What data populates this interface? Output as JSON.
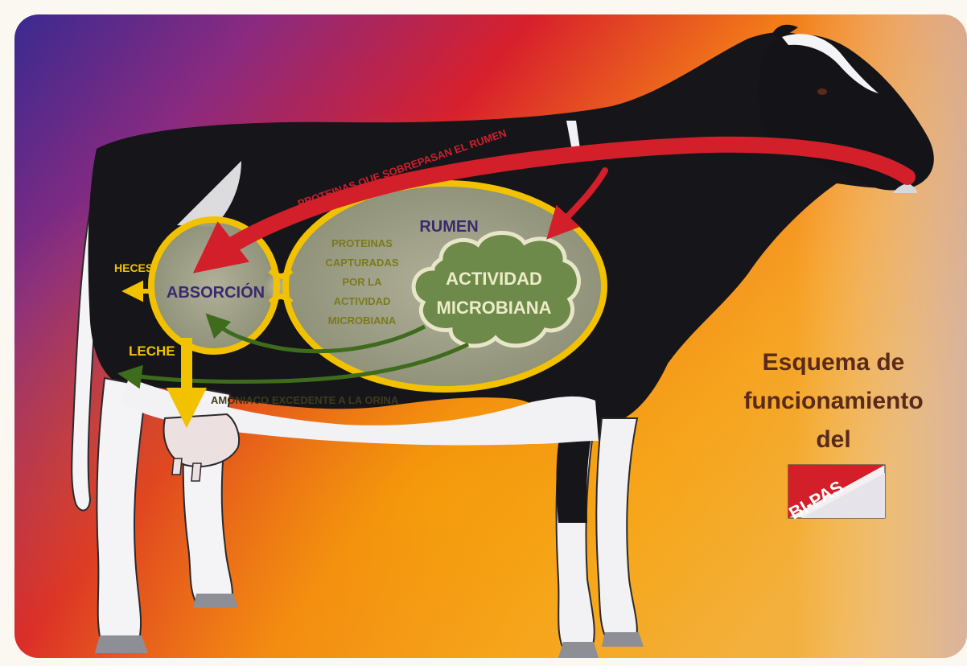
{
  "labels": {
    "bypass_arrow": "PROTEINAS QUE SOBREPASAN EL RUMEN",
    "rumen": "RUMEN",
    "captured_lines": [
      "PROTEINAS",
      "CAPTURADAS",
      "POR LA",
      "ACTIVIDAD",
      "MICROBIANA"
    ],
    "microbial_lines": [
      "ACTIVIDAD",
      "MICROBIANA"
    ],
    "absorption": "ABSORCIÓN",
    "feces": "HECES",
    "milk": "LECHE",
    "ammonia": "AMONIACO EXCEDENTE A LA ORINA"
  },
  "caption": {
    "lines": [
      "Esquema de",
      "funcionamiento",
      "del"
    ]
  },
  "logo": {
    "text": "BI-PAS"
  },
  "colors": {
    "yellow_outline": "#f2c200",
    "red_arrow": "#d21f2a",
    "green_arrow": "#3f6b1c",
    "label_dark": "#3a2a6e",
    "label_olive": "#7a7a1c",
    "caption_text": "#5a2a1a"
  }
}
